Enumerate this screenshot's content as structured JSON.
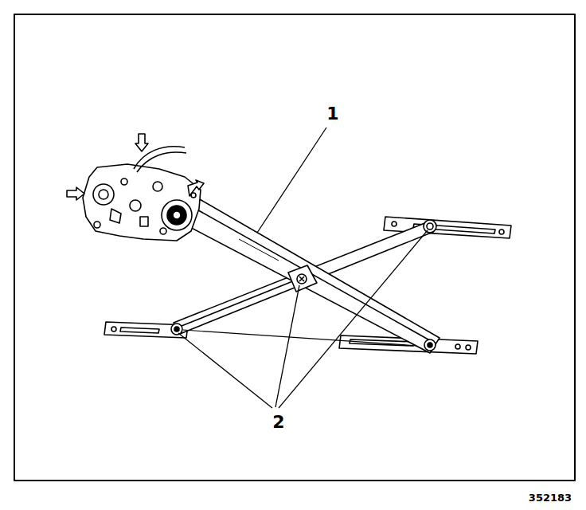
{
  "diagram": {
    "labels": [
      "1",
      "2",
      "352183"
    ]
  }
}
